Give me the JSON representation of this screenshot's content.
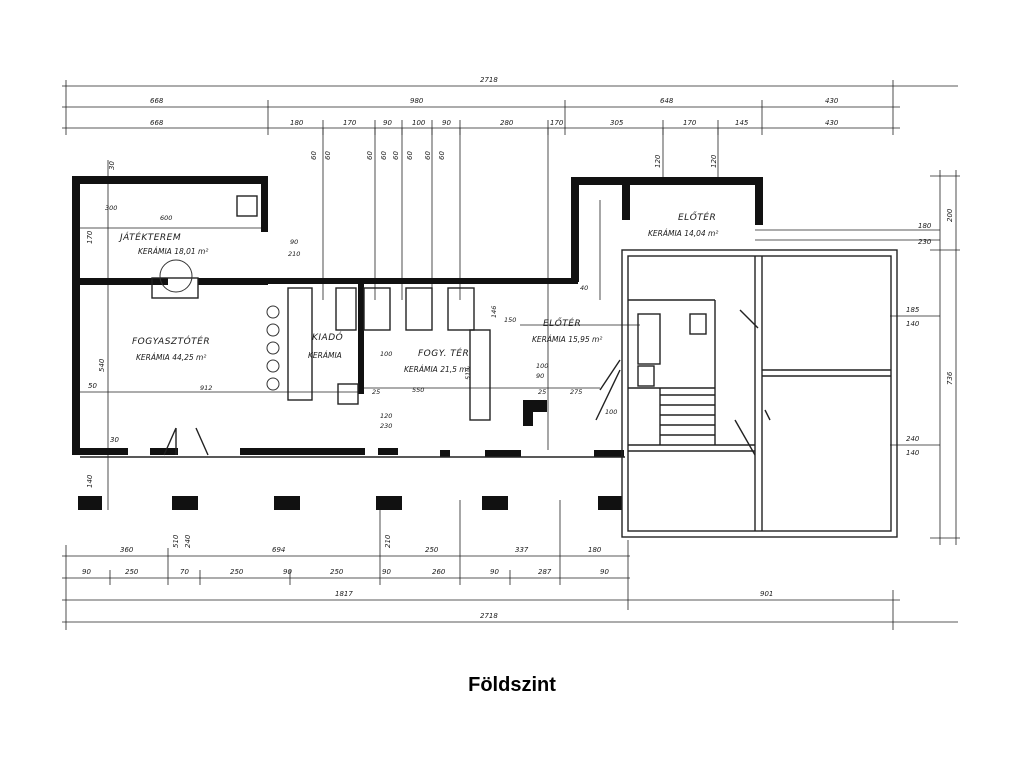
{
  "caption": "Földszint",
  "dims": {
    "overall_top": "2718",
    "row1": [
      "668",
      "980",
      "648",
      "430"
    ],
    "row2": [
      "668",
      "180",
      "170",
      "90",
      "100",
      "90",
      "280",
      "170",
      "305",
      "170",
      "145",
      "430"
    ],
    "bottom1": [
      "360",
      "510",
      "240",
      "694",
      "210",
      "250",
      "337",
      "180"
    ],
    "bottom2": [
      "90",
      "250",
      "70",
      "250",
      "90",
      "250",
      "90",
      "260",
      "90",
      "287",
      "90"
    ],
    "bottom3": [
      "1817",
      "901"
    ],
    "bottom_overall": "2718",
    "right": [
      "200",
      "180",
      "230",
      "185",
      "140",
      "736",
      "240",
      "140"
    ],
    "left": [
      "170",
      "540",
      "50",
      "30",
      "30",
      "140"
    ],
    "verticals_top": [
      "60",
      "60",
      "60",
      "60",
      "60",
      "60",
      "60",
      "60",
      "120",
      "120"
    ]
  },
  "rooms": [
    {
      "name": "JÁTÉKTEREM",
      "sub": "KERÁMIA 18,01 m²"
    },
    {
      "name": "FOGYASZTÓTÉR",
      "sub": "KERÁMIA 44,25 m²"
    },
    {
      "name": "KIADÓ",
      "sub": "KERÁMIA"
    },
    {
      "name": "FOGY. TÉR",
      "sub": "KERÁMIA 21,5 m²"
    },
    {
      "name": "ELŐTÉR",
      "sub": "KERÁMIA 15,95 m²"
    },
    {
      "name": "ELŐTÉR",
      "sub": "KERÁMIA 14,04 m²"
    }
  ],
  "labels": {
    "l300": "300",
    "l600": "600",
    "l912": "912",
    "l550": "550",
    "l90_210": "90",
    "l210": "210",
    "l100": "100",
    "l120": "120",
    "l230": "230",
    "l25a": "25",
    "l25b": "25",
    "l275": "275",
    "l100b": "100",
    "l90b": "90",
    "l146": "146",
    "l150": "150",
    "l510": "510",
    "l40": "40",
    "l100c": "100"
  }
}
